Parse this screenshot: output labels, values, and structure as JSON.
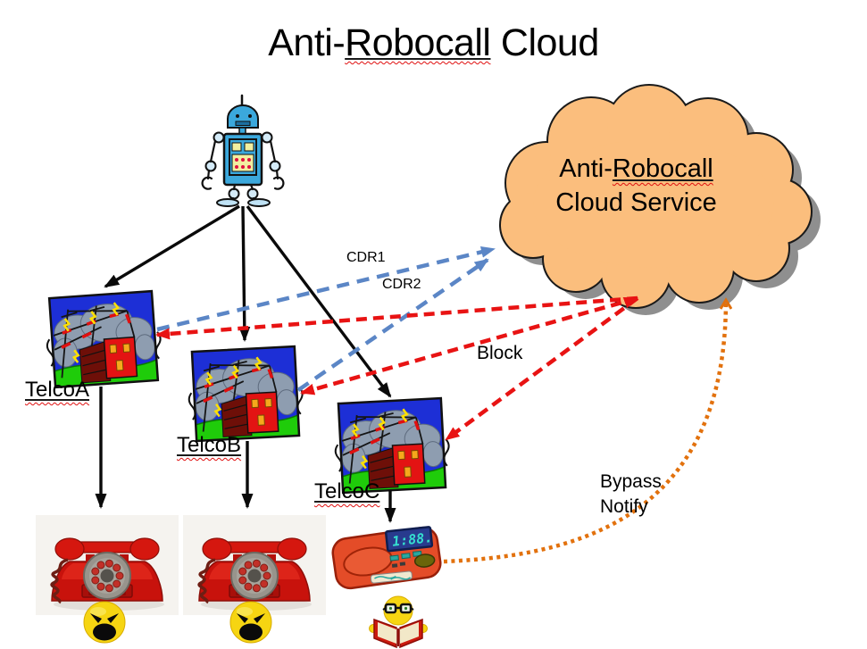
{
  "slide": {
    "background": "#FFFFFF"
  },
  "title": {
    "pre": "Anti-",
    "misspelled": "Robocall",
    "post": " Cloud"
  },
  "cloud_service": {
    "line1_pre": "Anti-",
    "line1_misspelled": "Robocall",
    "line2": "Cloud Service",
    "fill": "#FBBE7D"
  },
  "telcos": {
    "a": {
      "label": "TelcoA"
    },
    "b": {
      "label": "TelcoB"
    },
    "c": {
      "label": "TelcoC"
    }
  },
  "connections": {
    "cdr1": {
      "label": "CDR1",
      "color": "#5B86C6",
      "style": "dashed",
      "from": "TelcoA",
      "to": "cloud"
    },
    "cdr2": {
      "label": "CDR2",
      "color": "#5B86C6",
      "style": "dashed",
      "from": "TelcoB",
      "to": "cloud"
    },
    "block": {
      "label": "Block",
      "color": "#E81313",
      "style": "dashed",
      "from": "cloud",
      "to": "TelcoA, TelcoB, TelcoC"
    },
    "bypass": {
      "label_line1": "Bypass",
      "label_line2": "Notify",
      "color": "#E2710D",
      "style": "dotted",
      "from": "answering-machine",
      "to": "cloud"
    }
  },
  "answering_machine": {
    "display": "1:88."
  },
  "icons": {
    "robot": "robocaller-robot",
    "telco": "telco-building-clipart",
    "phone": "red-rotary-phone",
    "answering_machine": "answering-machine-clipart",
    "angry_face": "angry-emoji",
    "reading_face": "reading-emoji-with-book",
    "cloud": "cloud-shape"
  }
}
